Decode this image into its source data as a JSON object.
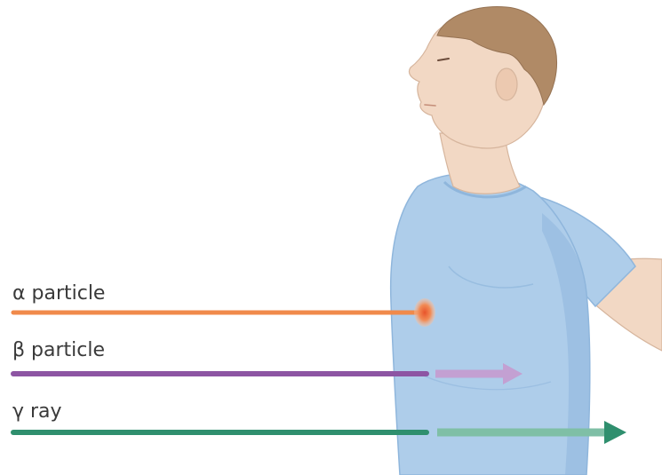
{
  "diagram": {
    "rays": [
      {
        "label": "α particle",
        "color": "#f08a4b",
        "penetration": "stopped at skin"
      },
      {
        "label": "β particle",
        "color": "#8d55a3",
        "penetration": "partially penetrates body"
      },
      {
        "label": "γ ray",
        "color": "#2f8f6e",
        "penetration": "passes through body"
      }
    ],
    "colors": {
      "shirt": "#aecdea",
      "shirt_shadow": "#8fb6dc",
      "skin": "#f2d8c4",
      "hair": "#b08a66"
    }
  }
}
